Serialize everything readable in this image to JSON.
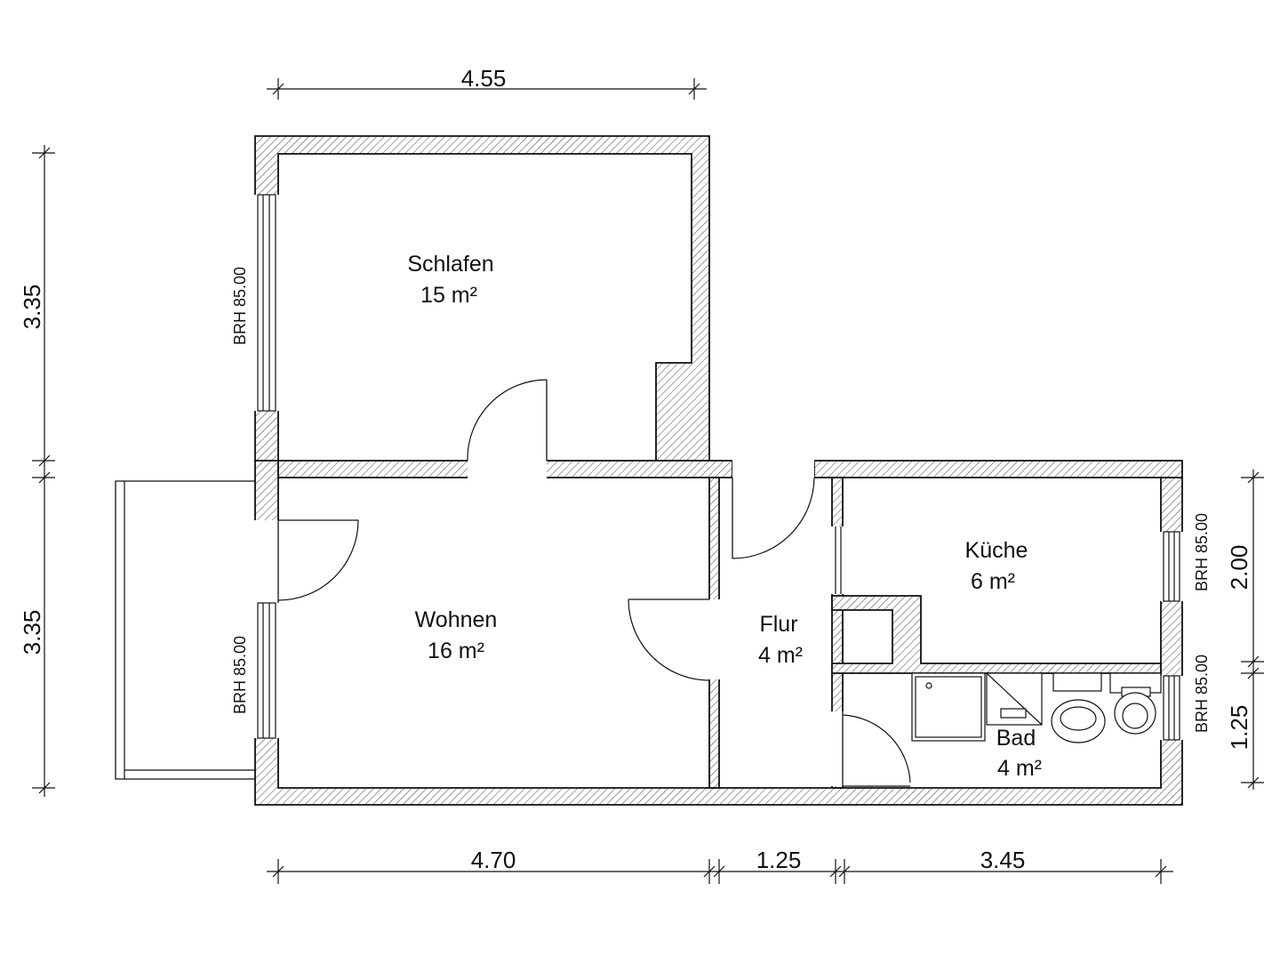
{
  "rooms": {
    "schlafen": {
      "name": "Schlafen",
      "area": "15 m²"
    },
    "wohnen": {
      "name": "Wohnen",
      "area": "16 m²"
    },
    "flur": {
      "name": "Flur",
      "area": "4 m²"
    },
    "kueche": {
      "name": "Küche",
      "area": "6 m²"
    },
    "bad": {
      "name": "Bad",
      "area": "4 m²"
    }
  },
  "dimensions": {
    "top": "4.55",
    "left_upper": "3.35",
    "left_lower": "3.35",
    "bottom_left": "4.70",
    "bottom_mid": "1.25",
    "bottom_right": "3.45",
    "right_upper": "2.00",
    "right_lower": "1.25"
  },
  "windows": {
    "schlafen": "BRH 85.00",
    "wohnen": "BRH 85.00",
    "kueche": "BRH 85.00",
    "bad": "BRH 85.00"
  }
}
